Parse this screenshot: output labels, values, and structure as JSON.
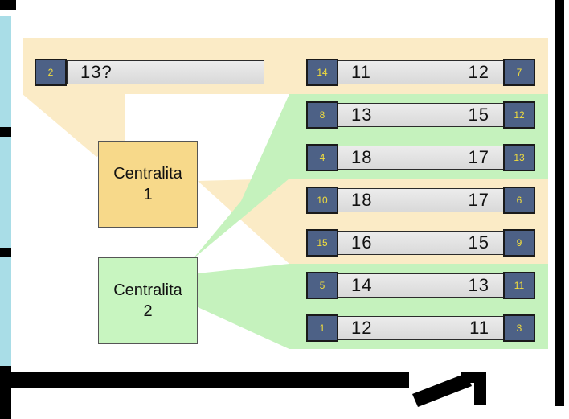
{
  "colors": {
    "zone1": "#fbebc6",
    "zone2": "#c5f2bd",
    "switch1": "#f7d98a",
    "switch2": "#c8f5c0",
    "port": "#4d6186",
    "port_text": "#f2dd3c",
    "window": "#a9dde7",
    "wall": "#000000"
  },
  "switches": [
    {
      "line1": "Centralita",
      "line2": "1"
    },
    {
      "line1": "Centralita",
      "line2": "2"
    }
  ],
  "rows": [
    {
      "left_port": "2",
      "left_num": "13?",
      "right_num": "",
      "right_port": ""
    },
    {
      "left_port": "14",
      "left_num": "11",
      "right_num": "12",
      "right_port": "7"
    },
    {
      "left_port": "8",
      "left_num": "13",
      "right_num": "15",
      "right_port": "12"
    },
    {
      "left_port": "4",
      "left_num": "18",
      "right_num": "17",
      "right_port": "13"
    },
    {
      "left_port": "10",
      "left_num": "18",
      "right_num": "17",
      "right_port": "6"
    },
    {
      "left_port": "15",
      "left_num": "16",
      "right_num": "15",
      "right_port": "9"
    },
    {
      "left_port": "5",
      "left_num": "14",
      "right_num": "13",
      "right_port": "11"
    },
    {
      "left_port": "1",
      "left_num": "12",
      "right_num": "11",
      "right_port": "3"
    }
  ]
}
